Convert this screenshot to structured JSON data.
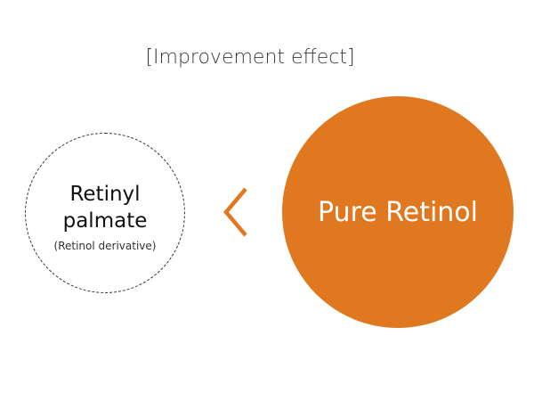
{
  "title": "[Improvement effect]",
  "left": {
    "name": "Retinyl palmate",
    "subtitle": "(Retinol derivative)"
  },
  "right": {
    "name": "Pure Retinol"
  },
  "icons": {
    "arrow": "chevron-left-icon"
  },
  "colors": {
    "accent": "#E07820",
    "arrow": "#E07820",
    "left_border": "#333333"
  }
}
